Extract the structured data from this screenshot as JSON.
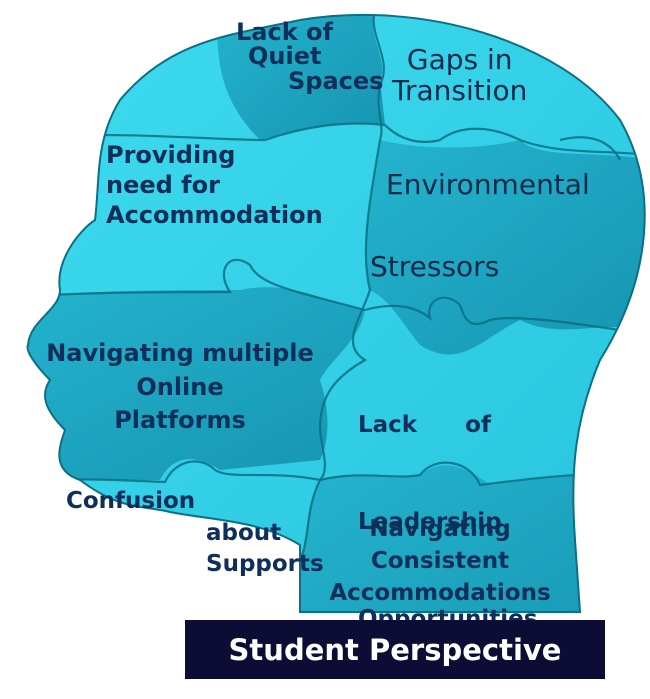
{
  "diagram": {
    "pieces": [
      {
        "id": "quiet-spaces",
        "lines": [
          "Lack of",
          "Quiet",
          "Spaces"
        ]
      },
      {
        "id": "gaps-transition",
        "lines": [
          "Gaps in",
          "Transition"
        ]
      },
      {
        "id": "accommodation",
        "lines": [
          "Providing",
          "need for",
          "Accommodation"
        ]
      },
      {
        "id": "environmental",
        "lines": [
          "Environmental"
        ]
      },
      {
        "id": "stressors",
        "lines": [
          "Stressors"
        ]
      },
      {
        "id": "online-platforms",
        "lines": [
          "Navigating multiple",
          "Online",
          "Platforms"
        ]
      },
      {
        "id": "leadership",
        "lines": [
          "Lack      of",
          "Leadership",
          "Opportunities"
        ]
      },
      {
        "id": "confusion",
        "lines": [
          "Confusion",
          "about",
          "Supports"
        ]
      },
      {
        "id": "consistent",
        "lines": [
          "Navigating",
          "Consistent",
          "Accommodations"
        ]
      }
    ],
    "caption": "Student Perspective",
    "colors": {
      "head_light": "#33d3ea",
      "head_dark": "#1aa6c1",
      "seam": "#0c6f84",
      "text": "#0e2f5a",
      "banner": "#0d0c35"
    }
  }
}
